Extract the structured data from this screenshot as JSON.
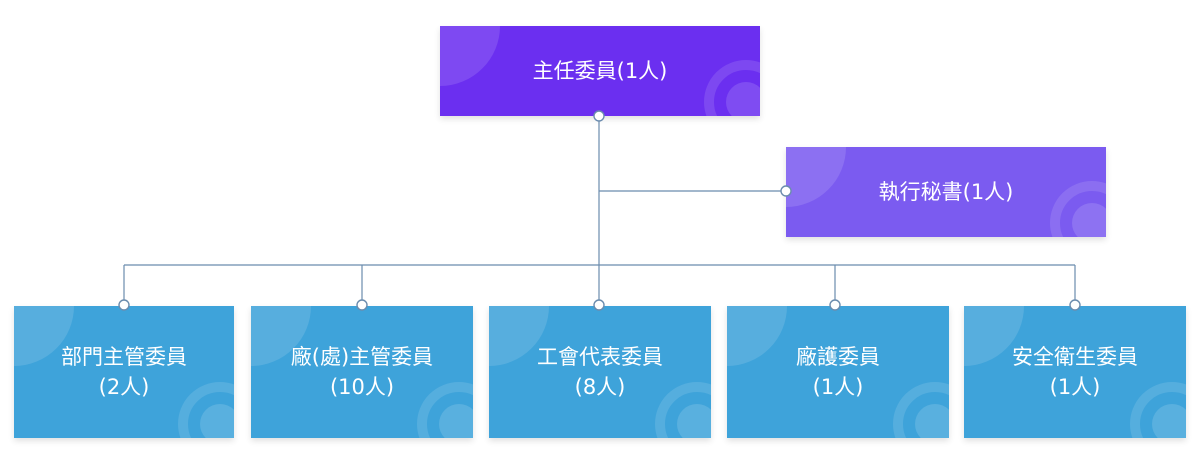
{
  "colors": {
    "top": "#6B2FF0",
    "secretary": "#7B5BF0",
    "child": "#3EA3DA",
    "line": "#6B8CAE"
  },
  "chairman": {
    "label": "主任委員(1人)"
  },
  "secretary": {
    "label": "執行秘書(1人)"
  },
  "members": [
    {
      "name": "部門主管委員",
      "count": "(2人)"
    },
    {
      "name": "廠(處)主管委員",
      "count": "(10人)"
    },
    {
      "name": "工會代表委員",
      "count": "(8人)"
    },
    {
      "name": "廠護委員",
      "count": "(1人)"
    },
    {
      "name": "安全衛生委員",
      "count": "(1人)"
    }
  ]
}
